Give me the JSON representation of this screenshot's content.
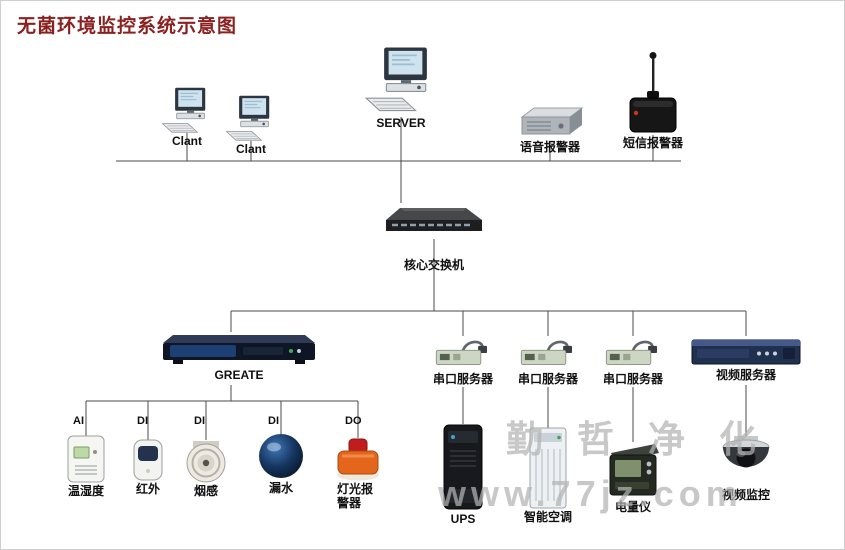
{
  "title": "无菌环境监控系统示意图",
  "colors": {
    "title": "#8b2020",
    "wire": "#4a4a4a",
    "watermark": "#b3b3b3"
  },
  "watermark": {
    "brand": "勤哲净化",
    "site": "www.77jz.com"
  },
  "nodes": {
    "client1": {
      "label": "Clant",
      "icon": "desktop-computer-icon"
    },
    "client2": {
      "label": "Clant",
      "icon": "desktop-computer-icon"
    },
    "server": {
      "label": "SERVER",
      "icon": "desktop-computer-icon"
    },
    "voice_alarm": {
      "label": "语音报警器",
      "icon": "voice-alarm-box-icon"
    },
    "sms_alarm": {
      "label": "短信报警器",
      "icon": "antenna-modem-icon"
    },
    "core_switch": {
      "label": "核心交换机",
      "icon": "network-switch-icon"
    },
    "greate": {
      "label": "GREATE",
      "icon": "controller-rack-icon"
    },
    "serial_server_1": {
      "label": "串口服务器",
      "icon": "serial-server-icon"
    },
    "serial_server_2": {
      "label": "串口服务器",
      "icon": "serial-server-icon"
    },
    "serial_server_3": {
      "label": "串口服务器",
      "icon": "serial-server-icon"
    },
    "video_server": {
      "label": "视频服务器",
      "icon": "video-server-icon"
    },
    "temp_humidity": {
      "label": "温湿度",
      "port": "AI",
      "icon": "temp-humidity-sensor-icon"
    },
    "infrared": {
      "label": "红外",
      "port": "DI",
      "icon": "pir-sensor-icon"
    },
    "smoke": {
      "label": "烟感",
      "port": "DI",
      "icon": "smoke-detector-icon"
    },
    "water_leak": {
      "label": "漏水",
      "port": "DI",
      "icon": "water-leak-sensor-icon"
    },
    "light_alarm": {
      "label": "灯光报警器",
      "port": "DO",
      "icon": "strobe-alarm-icon"
    },
    "ups": {
      "label": "UPS",
      "icon": "ups-tower-icon"
    },
    "smart_ac": {
      "label": "智能空调",
      "icon": "air-conditioner-icon"
    },
    "power_meter": {
      "label": "电量仪",
      "icon": "power-meter-icon"
    },
    "video_monitor": {
      "label": "视频监控",
      "icon": "dome-camera-icon"
    }
  }
}
